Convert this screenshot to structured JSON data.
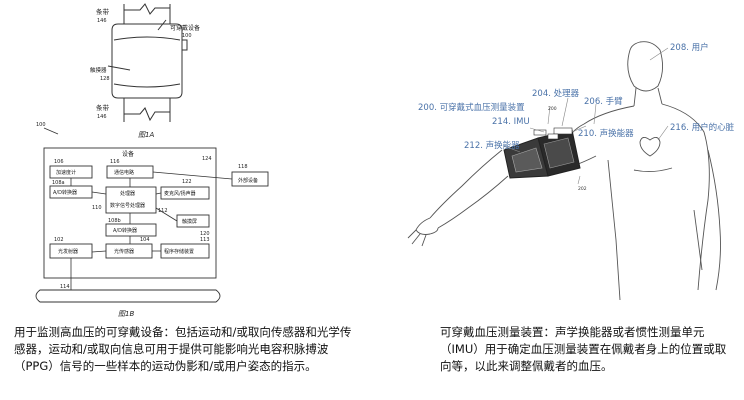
{
  "fig1a": {
    "strap_top": "条带",
    "strap_top_num": "146",
    "device": "可穿戴设备",
    "device_num": "100",
    "sensor": "触摸器",
    "sensor_num": "128",
    "strap_bottom": "条带",
    "strap_bottom_num": "146",
    "caption": "图1A"
  },
  "fig1b": {
    "ref_main": "100",
    "title": "设备",
    "ref_124": "124",
    "ext_device": "外部设备",
    "ref_118": "118",
    "accel": "加速度计",
    "ref_106": "106",
    "comm": "通信电路",
    "ref_116": "116",
    "ref_122": "122",
    "adc1": "A/D转换器",
    "ref_108": "108a",
    "processor": "处理器",
    "dsp": "数字信号处理器",
    "ref_110": "110",
    "ref_112": "112",
    "mic": "麦克风/扬声器",
    "display": "触摸屏",
    "ref_120": "120",
    "adc2": "A/D转换器",
    "ref_108b": "108b",
    "ref_102": "102",
    "light": "光发射器",
    "ref_104": "104",
    "photo": "光传感器",
    "ref_113": "113",
    "storage": "程序存储装置",
    "ref_114": "114",
    "caption": "图1B"
  },
  "fig2": {
    "label_208": "208. 用户",
    "label_204": "204. 处理器",
    "label_200": "200. 可穿戴式血压测量装置",
    "label_206": "206. 手臂",
    "label_214": "214. IMU",
    "label_210": "210. 声换能器",
    "label_212": "212. 声换能器",
    "label_216": "216. 用户的心脏",
    "num_200": "200",
    "num_202": "202"
  },
  "captions": {
    "left": "用于监测高血压的可穿戴设备：包括运动和/或取向传感器和光学传感器，运动和/或取向信息可用于提供可能影响光电容积脉搏波（PPG）信号的一些样本的运动伪影和/或用户姿态的指示。",
    "right": "可穿戴血压测量装置：声学换能器或者惯性测量单元（IMU）用于确定血压测量装置在佩戴者身上的位置或取向等，以此来调整佩戴者的血压。"
  }
}
